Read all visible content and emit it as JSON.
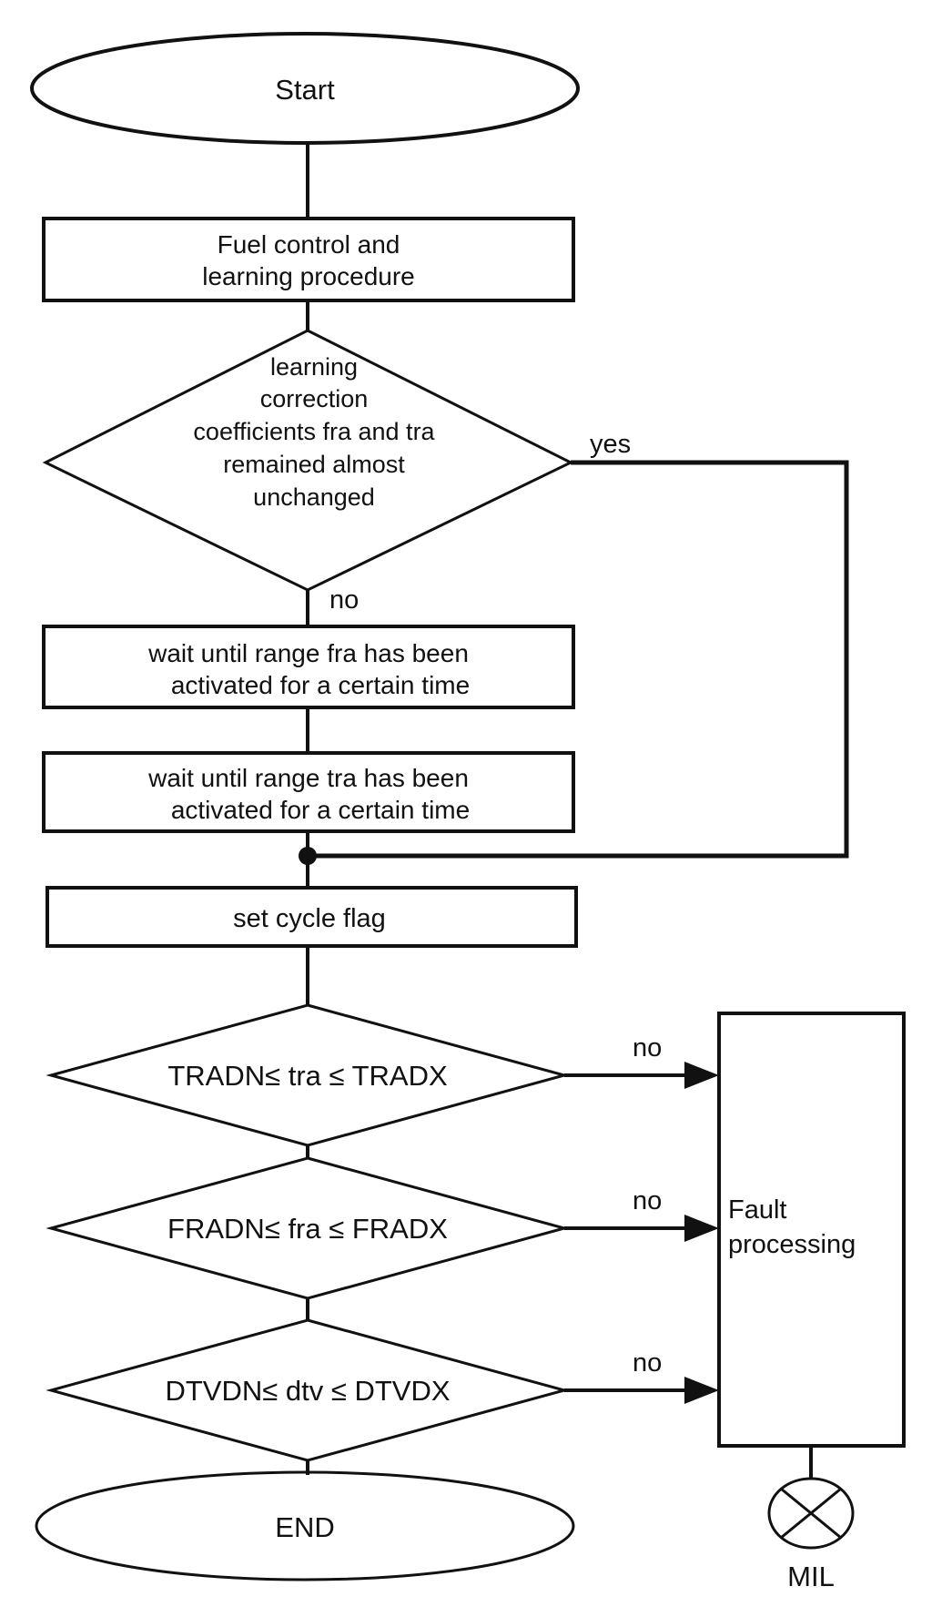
{
  "figure": {
    "background": "#ffffff",
    "line_color": "#111111",
    "type": "flowchart"
  },
  "nodes": {
    "start": {
      "label": "Start"
    },
    "fuel_control": {
      "lines": [
        "Fuel control and",
        "learning procedure"
      ]
    },
    "decision_learning": {
      "lines": [
        "learning",
        "correction",
        "coefficients fra and tra",
        "remained almost",
        "unchanged"
      ]
    },
    "wait_fra": {
      "lines": [
        "wait until range fra has been",
        "activated for a certain time"
      ]
    },
    "wait_tra": {
      "lines": [
        "wait until range tra has been",
        "activated for a certain time"
      ]
    },
    "set_cycle_flag": {
      "label": "set cycle flag"
    },
    "decision_tra": {
      "label": "TRADN≤  tra  ≤ TRADX"
    },
    "decision_fra": {
      "label": "FRADN≤  fra  ≤ FRADX"
    },
    "decision_dtv": {
      "label": "DTVDN≤  dtv ≤ DTVDX"
    },
    "fault_processing": {
      "lines": [
        "Fault",
        "processing"
      ]
    },
    "mil": {
      "label": "MIL"
    },
    "end": {
      "label": "END"
    }
  },
  "edge_labels": {
    "yes_learning": "yes",
    "no_learning": "no",
    "no_tra": "no",
    "no_fra": "no",
    "no_dtv": "no"
  }
}
